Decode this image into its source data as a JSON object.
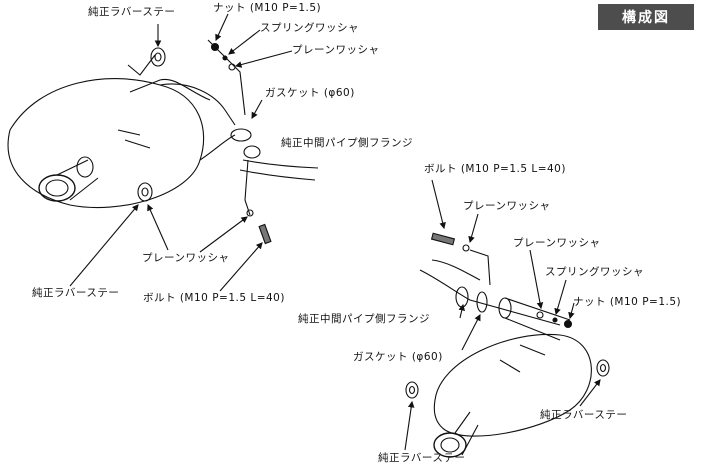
{
  "badge": "構成図",
  "left_assembly": {
    "rubber_stay_top": "純正ラバーステー",
    "nut": "ナット (M10 P=1.5)",
    "spring_washer": "スプリングワッシャ",
    "plain_washer_top": "プレーンワッシャ",
    "gasket": "ガスケット (φ60)",
    "flange": "純正中間パイプ側フランジ",
    "plain_washer_bottom": "プレーンワッシャ",
    "rubber_stay_left": "純正ラバーステー",
    "bolt": "ボルト (M10 P=1.5 L=40)"
  },
  "right_assembly": {
    "bolt": "ボルト (M10 P=1.5 L=40)",
    "plain_washer_1": "プレーンワッシャ",
    "plain_washer_2": "プレーンワッシャ",
    "spring_washer": "スプリングワッシャ",
    "nut": "ナット (M10 P=1.5)",
    "flange": "純正中間パイプ側フランジ",
    "gasket": "ガスケット (φ60)",
    "rubber_stay_bottom": "純正ラバーステー",
    "rubber_stay_right": "純正ラバーステー"
  }
}
